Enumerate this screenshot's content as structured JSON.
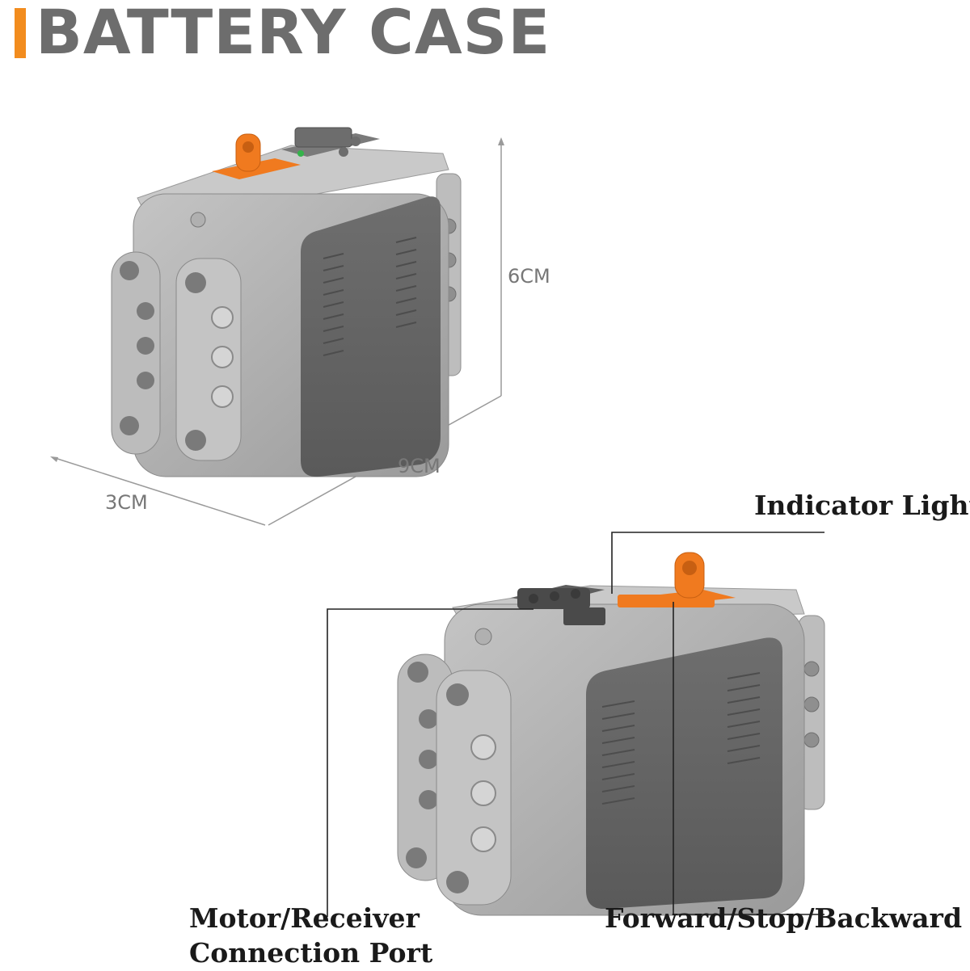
{
  "title": "BATTERY CASE",
  "dimensions": {
    "height": "6CM",
    "length": "9CM",
    "width": "3CM"
  },
  "callouts": {
    "indicator": "Indicator Light",
    "port_line1": "Motor/Receiver",
    "port_line2": "Connection Port",
    "switch": "Forward/Stop/Backward"
  },
  "colors": {
    "accent": "#f28c1e",
    "case_light": "#a9a9a9",
    "case_dark": "#636363",
    "switch_orange": "#f07a1f"
  }
}
